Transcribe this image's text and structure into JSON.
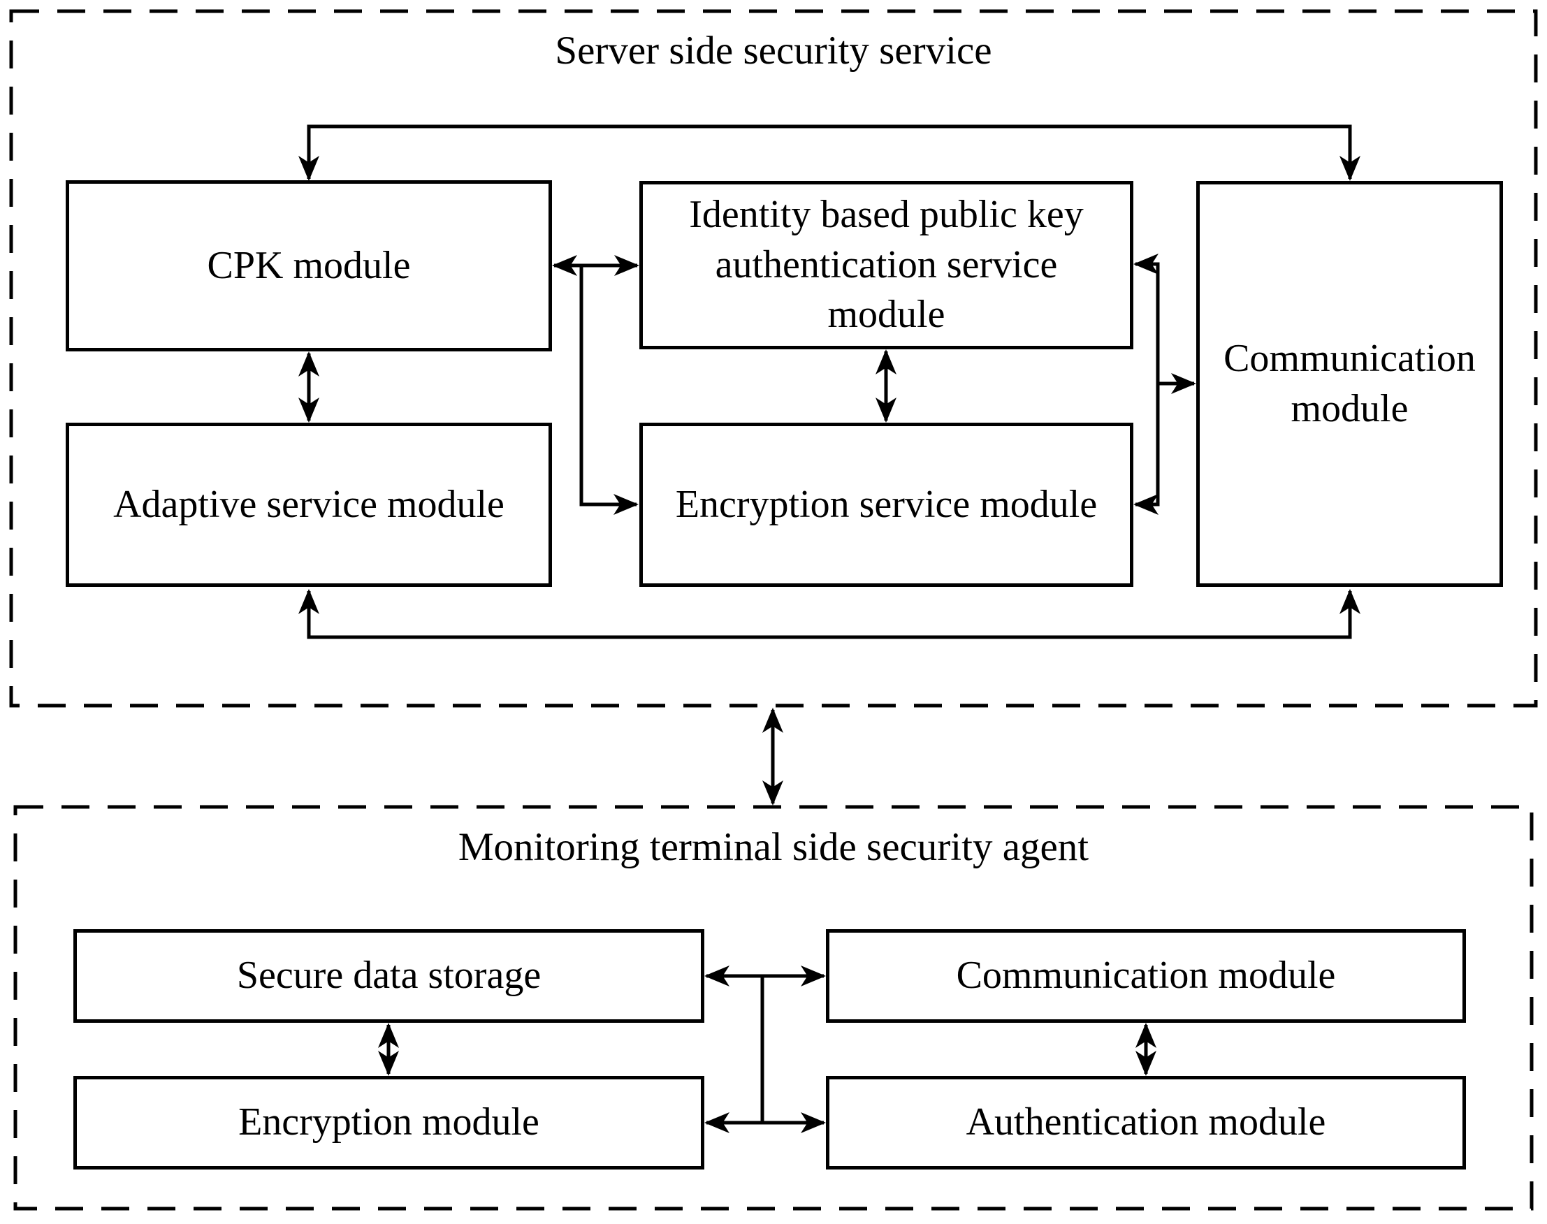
{
  "server_section": {
    "title": "Server side security service",
    "modules": {
      "cpk": "CPK module",
      "identity": "Identity based public key authentication service module",
      "communication": "Communication module",
      "adaptive": "Adaptive service module",
      "encryption": "Encryption service module"
    }
  },
  "terminal_section": {
    "title": "Monitoring terminal side security agent",
    "modules": {
      "secure_storage": "Secure data storage",
      "communication": "Communication module",
      "encryption": "Encryption module",
      "authentication": "Authentication module"
    }
  },
  "colors": {
    "line": "#000000",
    "background": "#ffffff"
  }
}
